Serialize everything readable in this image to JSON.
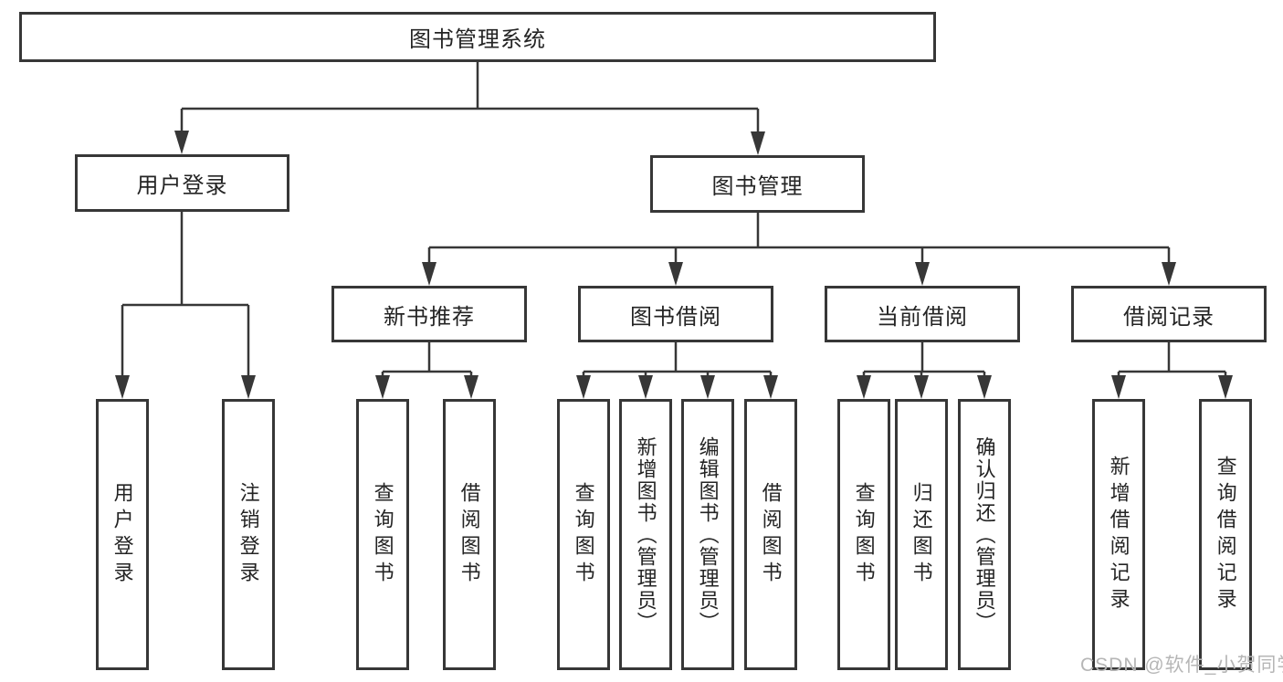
{
  "diagram": {
    "nodes": {
      "root": "图书管理系统",
      "level2": [
        "用户登录",
        "图书管理"
      ],
      "level3": [
        "新书推荐",
        "图书借阅",
        "当前借阅",
        "借阅记录"
      ],
      "leaves": [
        "用户登录",
        "注销登录",
        "查询图书",
        "借阅图书",
        "查询图书",
        "新增图书（管理员）",
        "编辑图书（管理员）",
        "借阅图书",
        "查询图书",
        "归还图书",
        "确认归还（管理员）",
        "新增借阅记录",
        "查询借阅记录"
      ]
    },
    "watermark": "CSDN @软件_小贺同学",
    "colors": {
      "line": "#373737",
      "border": "#373737",
      "text": "#242424",
      "watermark": "#b6b6b6",
      "background": "#ffffff"
    }
  }
}
